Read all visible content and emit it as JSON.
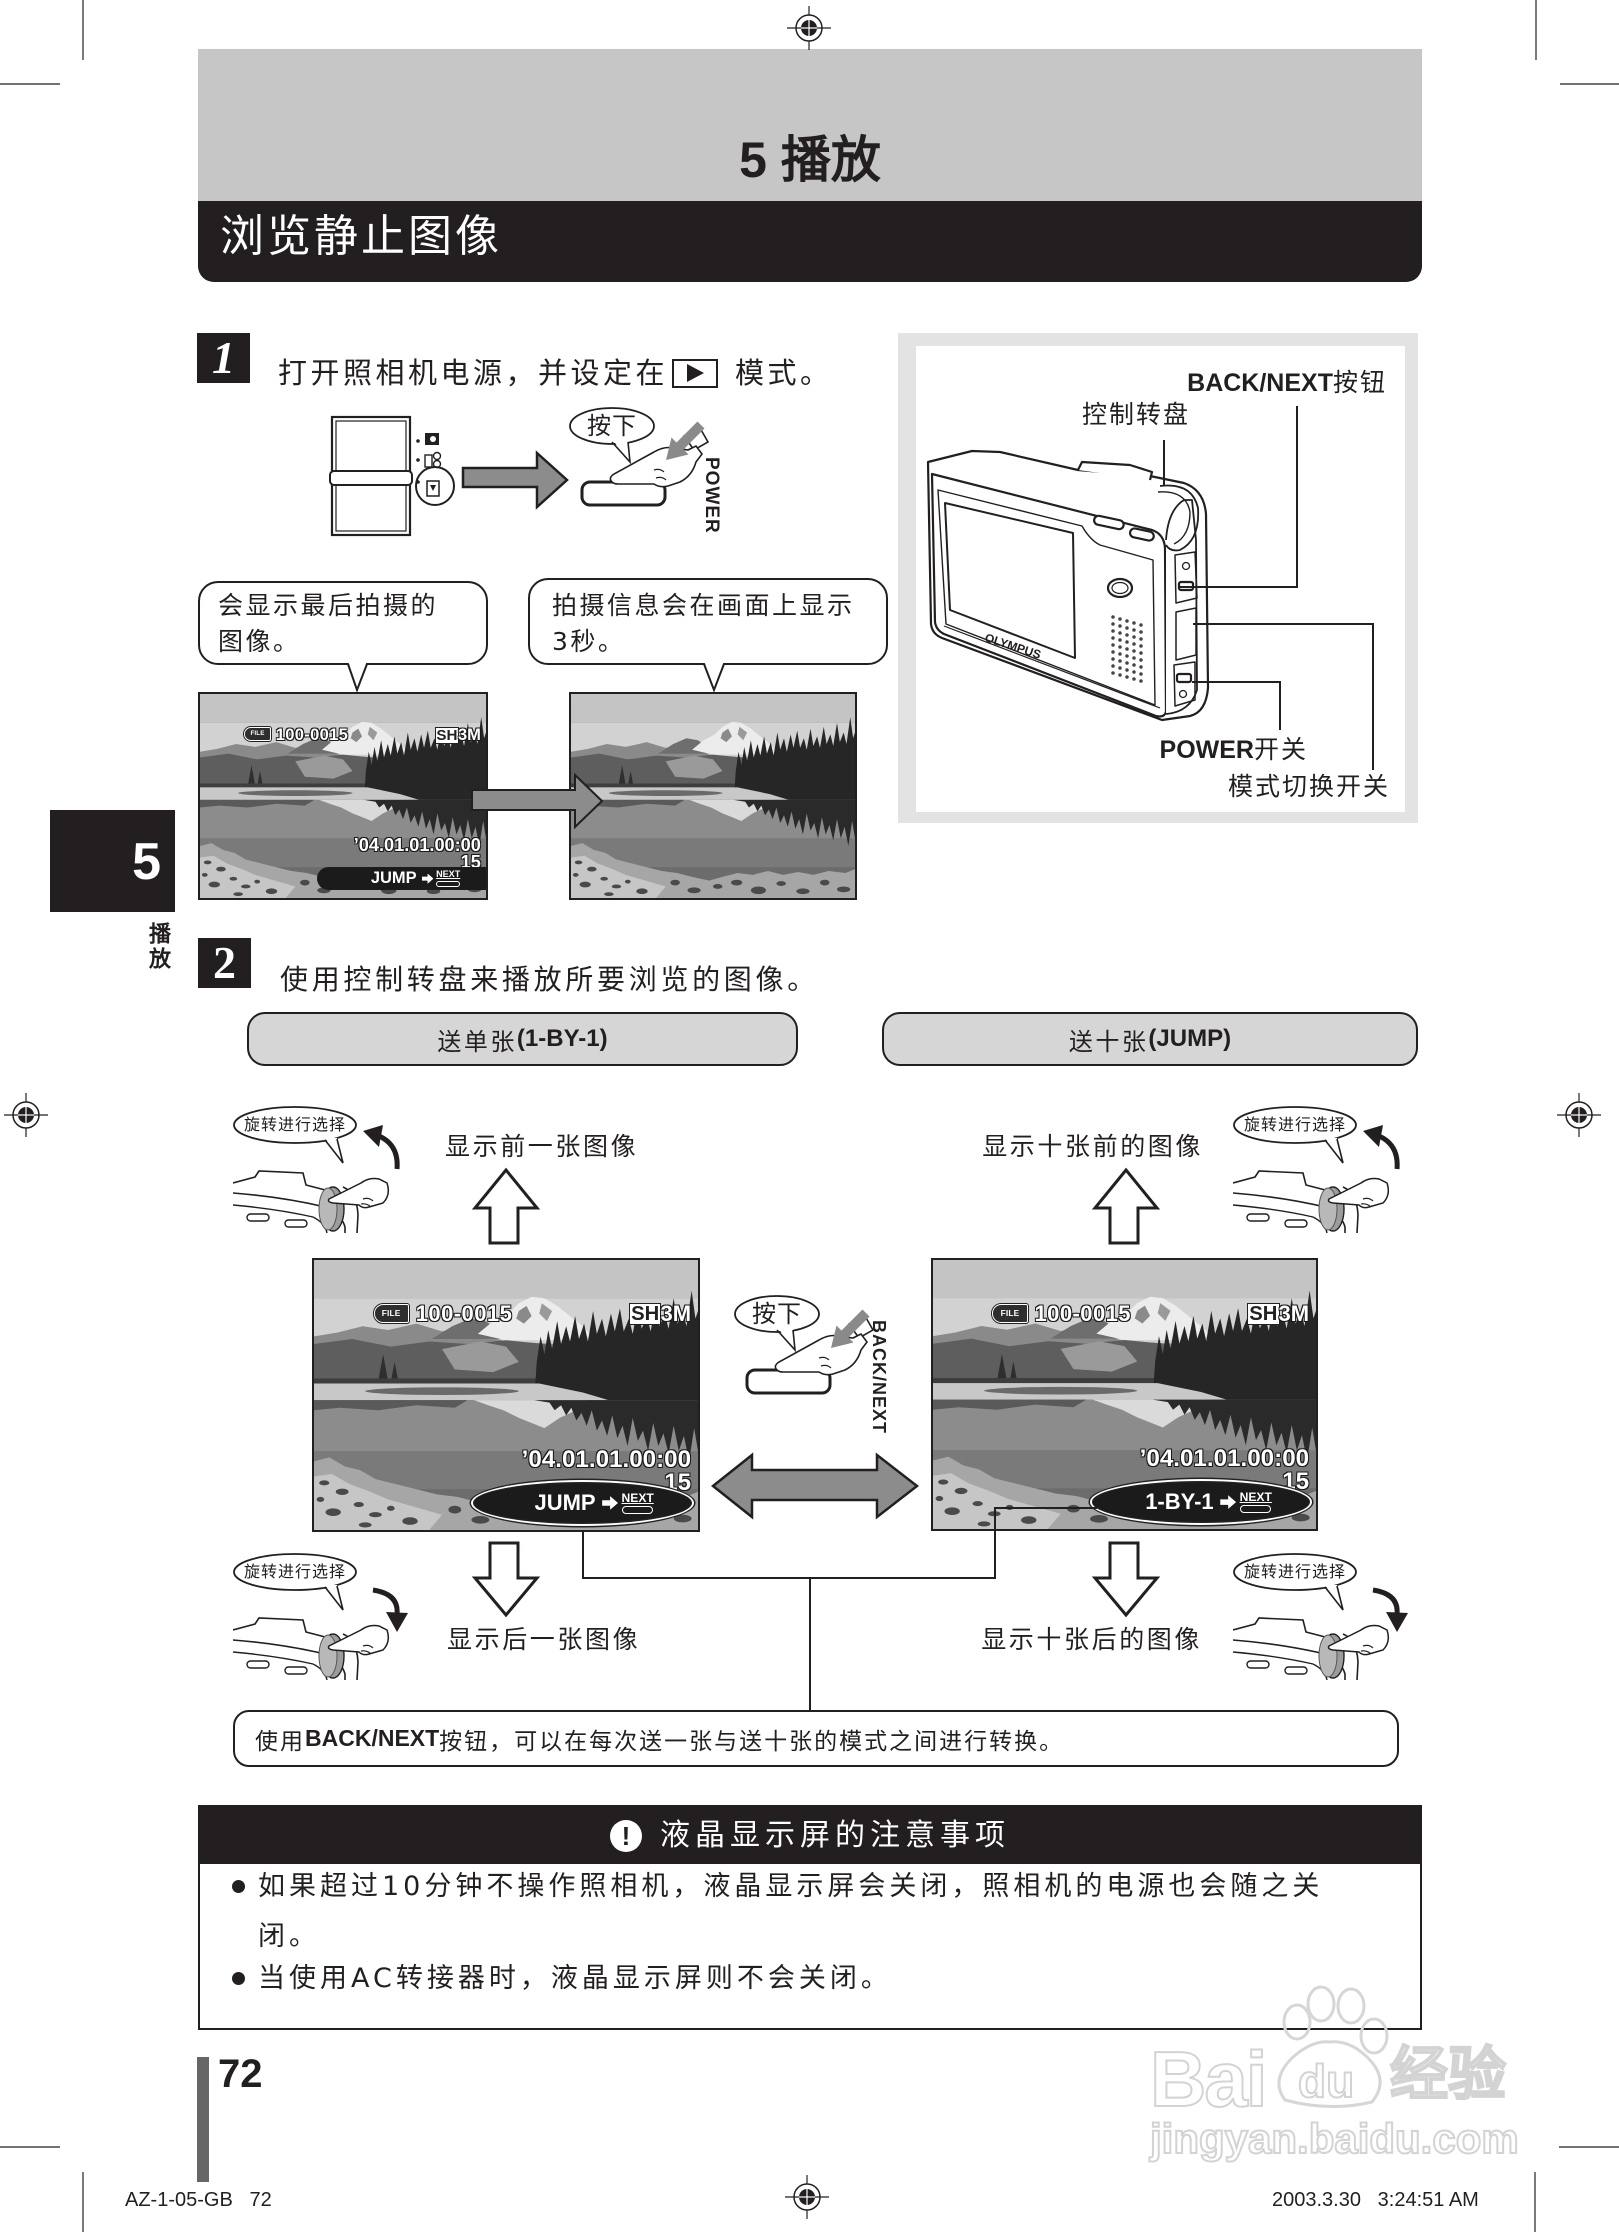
{
  "header": {
    "chapter_title": "5 播放",
    "section_title": "浏览静止图像"
  },
  "side_tab": {
    "number": "5",
    "label": "播放"
  },
  "step1": {
    "number": "1",
    "instruction_before": "打开照相机电源，并设定在",
    "mode_icon": "playback-mode-icon",
    "instruction_after": "模式。",
    "press_label": "按下",
    "power_button_label": "POWER",
    "callouts": [
      "会显示最后拍摄的图像。",
      "拍摄信息会在画面上显示3秒。"
    ],
    "screen": {
      "file_tag": "FILE",
      "file_number": "100-0015",
      "quality": "SH",
      "resolution": "3M",
      "datetime": "’04.01.01.00:00",
      "frame_count": "15",
      "mode_hint": "JUMP",
      "next_label": "NEXT"
    }
  },
  "camera_diagram": {
    "brand": "OLYMPUS",
    "back_next": {
      "name": "BACK/NEXT",
      "suffix": "按钮"
    },
    "control_dial": "控制转盘",
    "power_switch": {
      "name": "POWER",
      "suffix": "开关"
    },
    "mode_switch": "模式切换开关"
  },
  "step2": {
    "number": "2",
    "instruction": "使用控制转盘来播放所要浏览的图像。",
    "modes": [
      {
        "label": "送单张",
        "code": "(1-BY-1)"
      },
      {
        "label": "送十张",
        "code": "(JUMP)"
      }
    ],
    "rotate_hint": "旋转进行选择",
    "single": {
      "previous": "显示前一张图像",
      "next": "显示后一张图像",
      "screen": {
        "file_tag": "FILE",
        "file_number": "100-0015",
        "quality": "SH",
        "resolution": "3M",
        "datetime": "’04.01.01.00:00",
        "frame_count": "15",
        "mode_hint": "JUMP",
        "next_label": "NEXT"
      }
    },
    "jump": {
      "previous": "显示十张前的图像",
      "next": "显示十张后的图像",
      "screen": {
        "file_tag": "FILE",
        "file_number": "100-0015",
        "quality": "SH",
        "resolution": "3M",
        "datetime": "’04.01.01.00:00",
        "frame_count": "15",
        "mode_hint": "1-BY-1",
        "next_label": "NEXT"
      }
    },
    "press_label": "按下",
    "back_next_label": "BACK/NEXT",
    "note": {
      "before": "使用",
      "bold": "BACK/NEXT",
      "after": "按钮，可以在每次送一张与送十张的模式之间进行转换。"
    }
  },
  "caution": {
    "icon": "exclamation-icon",
    "icon_glyph": "!",
    "title": "液晶显示屏的注意事项",
    "items": [
      "如果超过10分钟不操作照相机，液晶显示屏会关闭，照相机的电源也会随之关闭。",
      "当使用AC转接器时，液晶显示屏则不会关闭。"
    ]
  },
  "page_number": "72",
  "footer": {
    "left": "AZ-1-05-GB   72",
    "right": "2003.3.30   3:24:51 AM"
  },
  "watermark": {
    "brand_left": "Bai",
    "brand_paw": "du",
    "brand_right": "经验",
    "url": "jingyan.baidu.com"
  },
  "colors": {
    "ink": "#231f20",
    "header_gray": "#c6c6c6",
    "pill_gray": "#d6d6d6",
    "panel_gray": "#e3e3e3",
    "arrow_gray": "#8c8c8c"
  }
}
